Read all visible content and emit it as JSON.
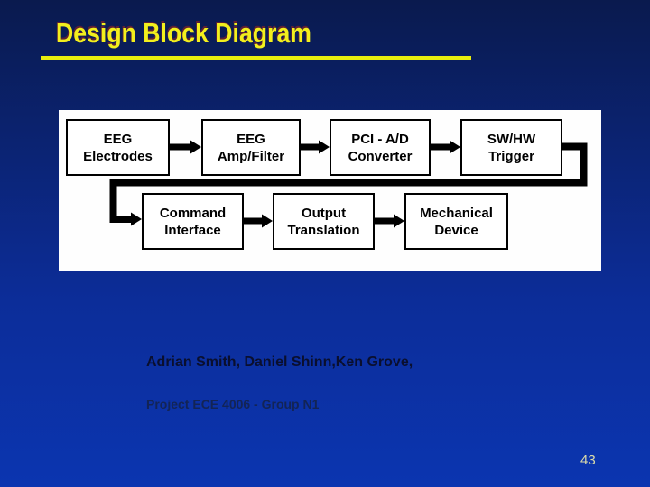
{
  "slide": {
    "title": "Design Block Diagram"
  },
  "diagram": {
    "boxes": [
      {
        "name": "eeg-electrodes",
        "line1": "EEG",
        "line2": "Electrodes"
      },
      {
        "name": "eeg-amp-filter",
        "line1": "EEG",
        "line2": "Amp/Filter"
      },
      {
        "name": "pci-ad-converter",
        "line1": "PCI - A/D",
        "line2": "Converter"
      },
      {
        "name": "sw-hw-trigger",
        "line1": "SW/HW",
        "line2": "Trigger"
      },
      {
        "name": "command-interface",
        "line1": "Command",
        "line2": "Interface"
      },
      {
        "name": "output-translation",
        "line1": "Output",
        "line2": "Translation"
      },
      {
        "name": "mechanical-device",
        "line1": "Mechanical",
        "line2": "Device"
      }
    ],
    "edges": [
      "EEG Electrodes -> EEG Amp/Filter",
      "EEG Amp/Filter -> PCI - A/D Converter",
      "PCI - A/D Converter -> SW/HW Trigger",
      "SW/HW Trigger -> Command Interface",
      "Command Interface -> Output Translation",
      "Output Translation -> Mechanical Device"
    ]
  },
  "footer": {
    "authors": "Adrian Smith, Daniel Shinn,Ken Grove,",
    "project": "Project ECE 4006 - Group N1",
    "page_number": "43"
  },
  "colors": {
    "background_top": "#0a1a4e",
    "background_bottom": "#0b35b0",
    "title_text": "#f2ef1d",
    "title_underline": "#e9ee0c",
    "panel_background": "#fefefe",
    "box_border": "#000000",
    "box_text": "#000000",
    "connector": "#000000",
    "authors_text": "#0a0f2e",
    "project_text": "#132455",
    "page_number_text": "#dcdcaa"
  }
}
